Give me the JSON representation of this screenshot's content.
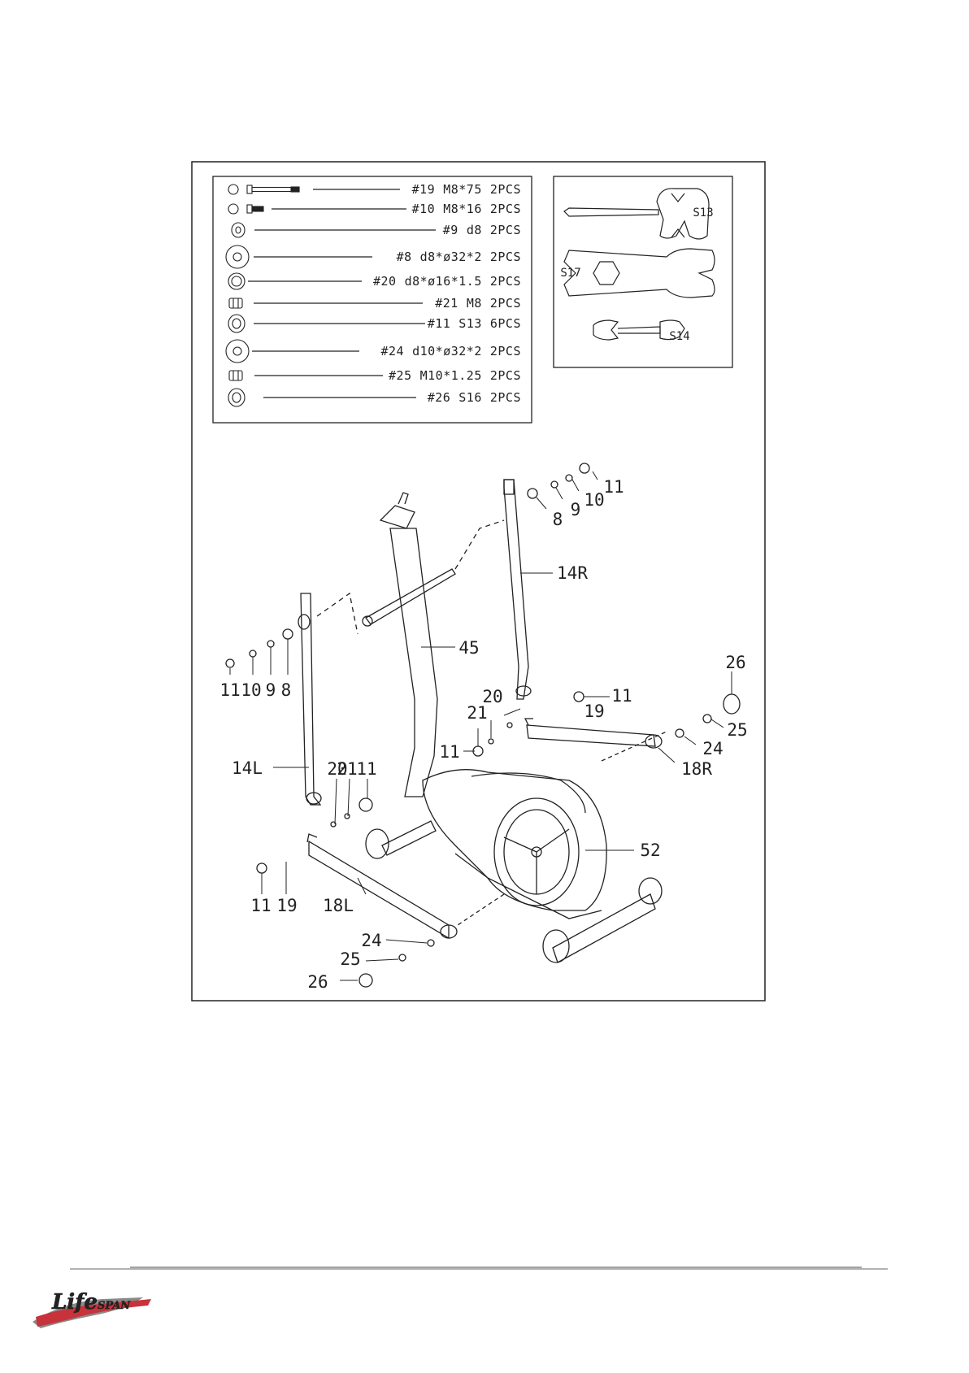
{
  "hardware_list": [
    {
      "part": "#19",
      "spec": "M8*75",
      "qty": "2PCS"
    },
    {
      "part": "#10",
      "spec": "M8*16",
      "qty": "2PCS"
    },
    {
      "part": "#9",
      "spec": "d8",
      "qty": "2PCS"
    },
    {
      "part": "#8",
      "spec": "d8*ø32*2",
      "qty": "2PCS"
    },
    {
      "part": "#20",
      "spec": "d8*ø16*1.5",
      "qty": "2PCS"
    },
    {
      "part": "#21",
      "spec": "M8",
      "qty": "2PCS"
    },
    {
      "part": "#11",
      "spec": "S13",
      "qty": "6PCS"
    },
    {
      "part": "#24",
      "spec": "d10*ø32*2",
      "qty": "2PCS"
    },
    {
      "part": "#25",
      "spec": "M10*1.25",
      "qty": "2PCS"
    },
    {
      "part": "#26",
      "spec": "S16",
      "qty": "2PCS"
    }
  ],
  "tools": {
    "t1": "S13",
    "t2": "S17",
    "t3": "S14"
  },
  "callouts": {
    "c_11_tr": "11",
    "c_10_tr": "10",
    "c_9_tr": "9",
    "c_8_tr": "8",
    "c_14R": "14R",
    "c_45": "45",
    "c_11_l": "11",
    "c_10_l": "10",
    "c_9_l": "9",
    "c_8_l": "8",
    "c_26_r": "26",
    "c_11_mr": "11",
    "c_20_m": "20",
    "c_19_m": "19",
    "c_21_m": "21",
    "c_11_m": "11",
    "c_25_r": "25",
    "c_24_r": "24",
    "c_18R": "18R",
    "c_14L": "14L",
    "c_20_l": "20",
    "c_21_l": "21",
    "c_11_ll": "11",
    "c_52": "52",
    "c_11_bl": "11",
    "c_19_bl": "19",
    "c_18L": "18L",
    "c_24_b": "24",
    "c_25_b": "25",
    "c_26_b": "26"
  },
  "logo": {
    "text": "LifeSPAN"
  },
  "colors": {
    "line": "#222222",
    "logo_red": "#c8323a",
    "logo_gray": "#8a8a8a"
  }
}
